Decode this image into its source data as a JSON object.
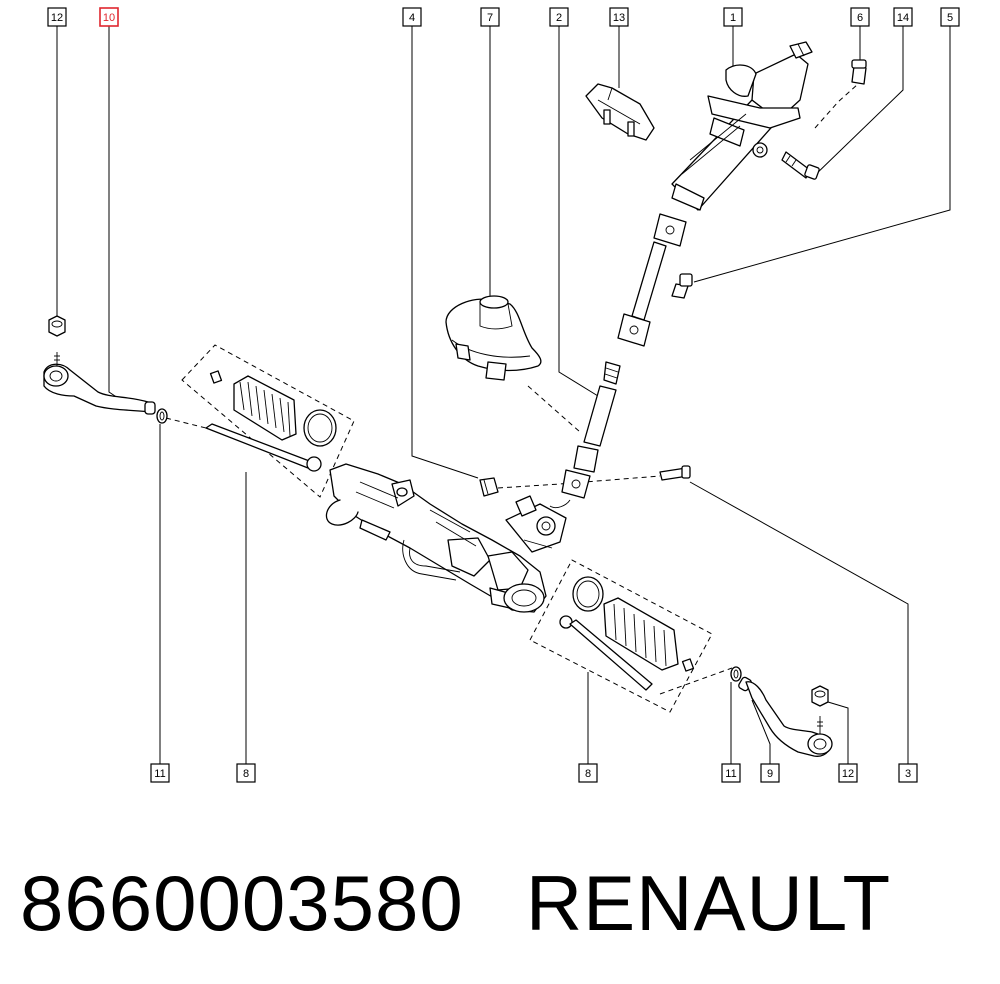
{
  "callouts": {
    "c12a": "12",
    "c10": "10",
    "c4": "4",
    "c7": "7",
    "c2": "2",
    "c13": "13",
    "c1": "1",
    "c6": "6",
    "c14": "14",
    "c5": "5",
    "c11a": "11",
    "c8a": "8",
    "c8b": "8",
    "c11b": "11",
    "c9": "9",
    "c12b": "12",
    "c3": "3"
  },
  "highlight_color": "#e0262e",
  "part_number": "8660003580",
  "brand": "RENAULT"
}
